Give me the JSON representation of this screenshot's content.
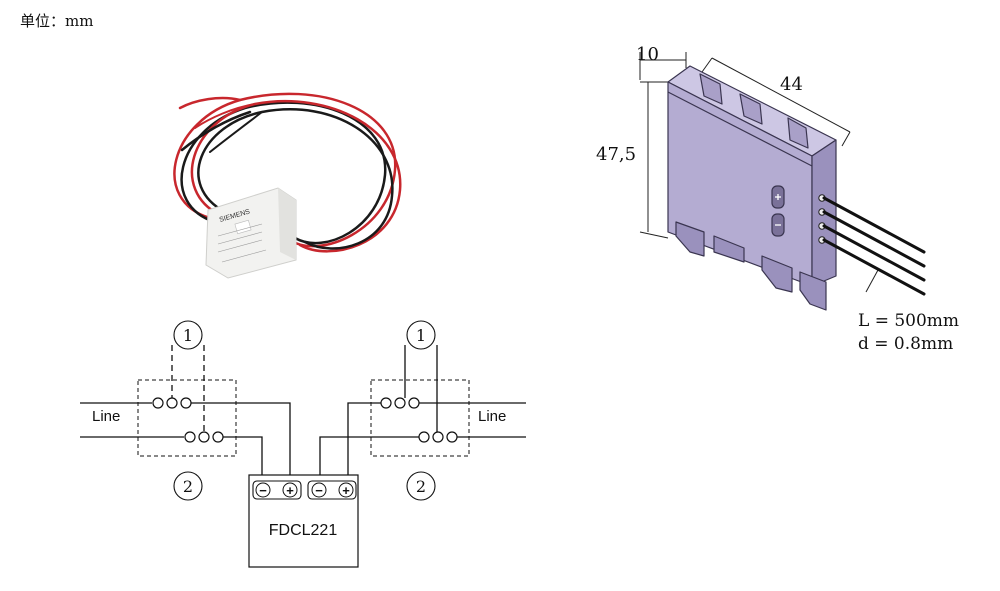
{
  "unit_label": "单位：mm",
  "dimensions": {
    "depth": "10",
    "width": "44",
    "height": "47,5",
    "wire_length": "L = 500mm",
    "wire_diameter": "d = 0.8mm"
  },
  "photo": {
    "brand_text": "SIEMENS"
  },
  "wiring": {
    "left_line_label": "Line",
    "right_line_label": "Line",
    "marker_1_left": "1",
    "marker_1_right": "1",
    "marker_2_left": "2",
    "marker_2_right": "2",
    "module_name": "FDCL221",
    "terminal_minus_1": "−",
    "terminal_plus_1": "+",
    "terminal_minus_2": "−",
    "terminal_plus_2": "+"
  },
  "colors": {
    "module_body": "#b4acd2",
    "module_edge": "#3a3550",
    "wire_red": "#c8272d",
    "wire_black": "#1a1a1a"
  }
}
